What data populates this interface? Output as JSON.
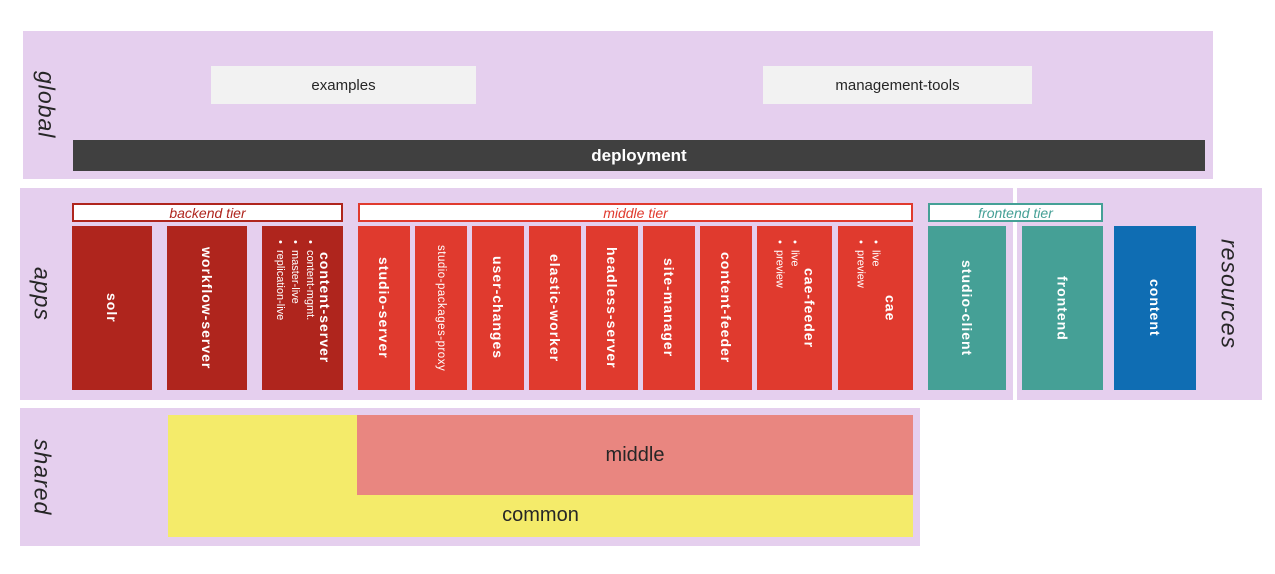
{
  "colors": {
    "panel_lavender": "#e5cfee",
    "backend_red": "#af251d",
    "middle_red": "#e03a2e",
    "teal": "#45a096",
    "blue": "#0f6db3",
    "yellow": "#f4eb6a",
    "salmon": "#e98680",
    "deployment_gray": "#404040",
    "gray_box": "#f2f2f2"
  },
  "global": {
    "label": "global",
    "examples": "examples",
    "management_tools": "management-tools",
    "deployment": "deployment"
  },
  "apps": {
    "label": "apps",
    "backend_tier": {
      "title": "backend tier",
      "columns": [
        {
          "title": "solr"
        },
        {
          "title": "workflow-server"
        },
        {
          "title": "content-server",
          "bullets": [
            "content-mgmt.",
            "master-live",
            "replication-live"
          ]
        }
      ]
    },
    "middle_tier": {
      "title": "middle tier",
      "columns": [
        {
          "title": "studio-server"
        },
        {
          "title": "studio-packages-proxy"
        },
        {
          "title": "user-changes"
        },
        {
          "title": "elastic-worker"
        },
        {
          "title": "headless-server"
        },
        {
          "title": "site-manager"
        },
        {
          "title": "content-feeder"
        },
        {
          "title": "cae-feeder",
          "bullets": [
            "live",
            "preview"
          ]
        },
        {
          "title": "cae",
          "bullets": [
            "live",
            "preview"
          ]
        }
      ]
    },
    "frontend_tier": {
      "title": "frontend tier",
      "columns": [
        {
          "title": "studio-client"
        }
      ]
    }
  },
  "resources": {
    "label": "resources",
    "boxes": [
      {
        "title": "frontend"
      },
      {
        "title": "content"
      }
    ]
  },
  "shared": {
    "label": "shared",
    "middle": "middle",
    "common": "common"
  }
}
